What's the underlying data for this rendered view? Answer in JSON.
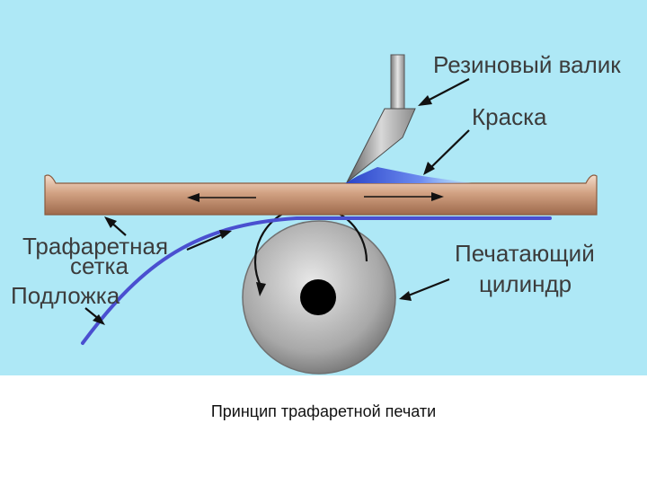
{
  "labels": {
    "rubber_roller": "Резиновый валик",
    "ink": "Краска",
    "screen_line1": "Трафаретная",
    "screen_line2": "сетка",
    "substrate": "Подложка",
    "cylinder_line1": "Печатающий",
    "cylinder_line2": "цилиндр"
  },
  "caption": "Принцип трафаретной печати",
  "colors": {
    "background": "#aee8f6",
    "screen_frame": "#c99470",
    "ink": "#3d5bd6",
    "substrate": "#4a4fd0",
    "cylinder": "#9a9a9a",
    "arrows": "#111111"
  }
}
